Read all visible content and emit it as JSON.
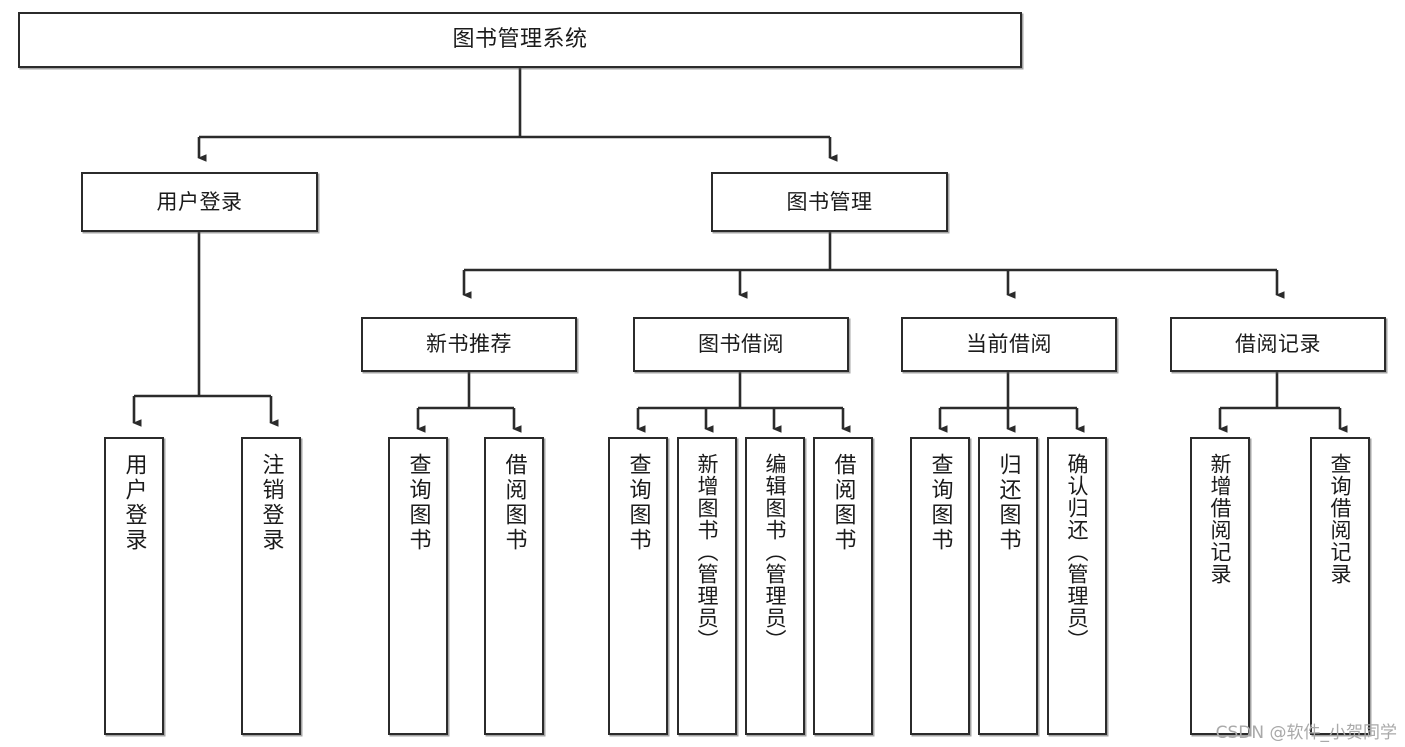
{
  "diagram": {
    "type": "tree",
    "title": "图书管理系统",
    "orientation": "top-down",
    "colors": {
      "background": "#ffffff",
      "box_border": "#2b2b2b",
      "box_fill": "#ffffff",
      "connector": "#2b2b2b",
      "text": "#1b1b1b",
      "watermark": "#a9a9a9"
    },
    "nodes": {
      "root": {
        "label": "图书管理系统",
        "level": 1
      },
      "user_login": {
        "label": "用户登录",
        "level": 2
      },
      "book_manage": {
        "label": "图书管理",
        "level": 2
      },
      "new_book_rec": {
        "label": "新书推荐",
        "level": 3
      },
      "book_borrow": {
        "label": "图书借阅",
        "level": 3
      },
      "current_borrow": {
        "label": "当前借阅",
        "level": 3
      },
      "borrow_record": {
        "label": "借阅记录",
        "level": 3
      },
      "leaf_user_login": {
        "label": "用户登录",
        "level": 3
      },
      "leaf_logout": {
        "label": "注销登录",
        "level": 3
      },
      "leaf_query_book_1": {
        "label": "查询图书",
        "level": 4
      },
      "leaf_borrow_book_1": {
        "label": "借阅图书",
        "level": 4
      },
      "leaf_query_book_2": {
        "label": "查询图书",
        "level": 4
      },
      "leaf_add_book": {
        "label": "新增图书（管理员）",
        "level": 4
      },
      "leaf_edit_book": {
        "label": "编辑图书（管理员）",
        "level": 4
      },
      "leaf_borrow_book_2": {
        "label": "借阅图书",
        "level": 4
      },
      "leaf_query_book_3": {
        "label": "查询图书",
        "level": 4
      },
      "leaf_return_book": {
        "label": "归还图书",
        "level": 4
      },
      "leaf_confirm_return": {
        "label": "确认归还（管理员）",
        "level": 4
      },
      "leaf_add_record": {
        "label": "新增借阅记录",
        "level": 4
      },
      "leaf_query_record": {
        "label": "查询借阅记录",
        "level": 4
      }
    },
    "edges": [
      {
        "from": "root",
        "to": "user_login"
      },
      {
        "from": "root",
        "to": "book_manage"
      },
      {
        "from": "user_login",
        "to": "leaf_user_login"
      },
      {
        "from": "user_login",
        "to": "leaf_logout"
      },
      {
        "from": "book_manage",
        "to": "new_book_rec"
      },
      {
        "from": "book_manage",
        "to": "book_borrow"
      },
      {
        "from": "book_manage",
        "to": "current_borrow"
      },
      {
        "from": "book_manage",
        "to": "borrow_record"
      },
      {
        "from": "new_book_rec",
        "to": "leaf_query_book_1"
      },
      {
        "from": "new_book_rec",
        "to": "leaf_borrow_book_1"
      },
      {
        "from": "book_borrow",
        "to": "leaf_query_book_2"
      },
      {
        "from": "book_borrow",
        "to": "leaf_add_book"
      },
      {
        "from": "book_borrow",
        "to": "leaf_edit_book"
      },
      {
        "from": "book_borrow",
        "to": "leaf_borrow_book_2"
      },
      {
        "from": "current_borrow",
        "to": "leaf_query_book_3"
      },
      {
        "from": "current_borrow",
        "to": "leaf_return_book"
      },
      {
        "from": "current_borrow",
        "to": "leaf_confirm_return"
      },
      {
        "from": "borrow_record",
        "to": "leaf_add_record"
      },
      {
        "from": "borrow_record",
        "to": "leaf_query_record"
      }
    ]
  },
  "watermark": {
    "text": "CSDN @软件_小贺同学"
  }
}
